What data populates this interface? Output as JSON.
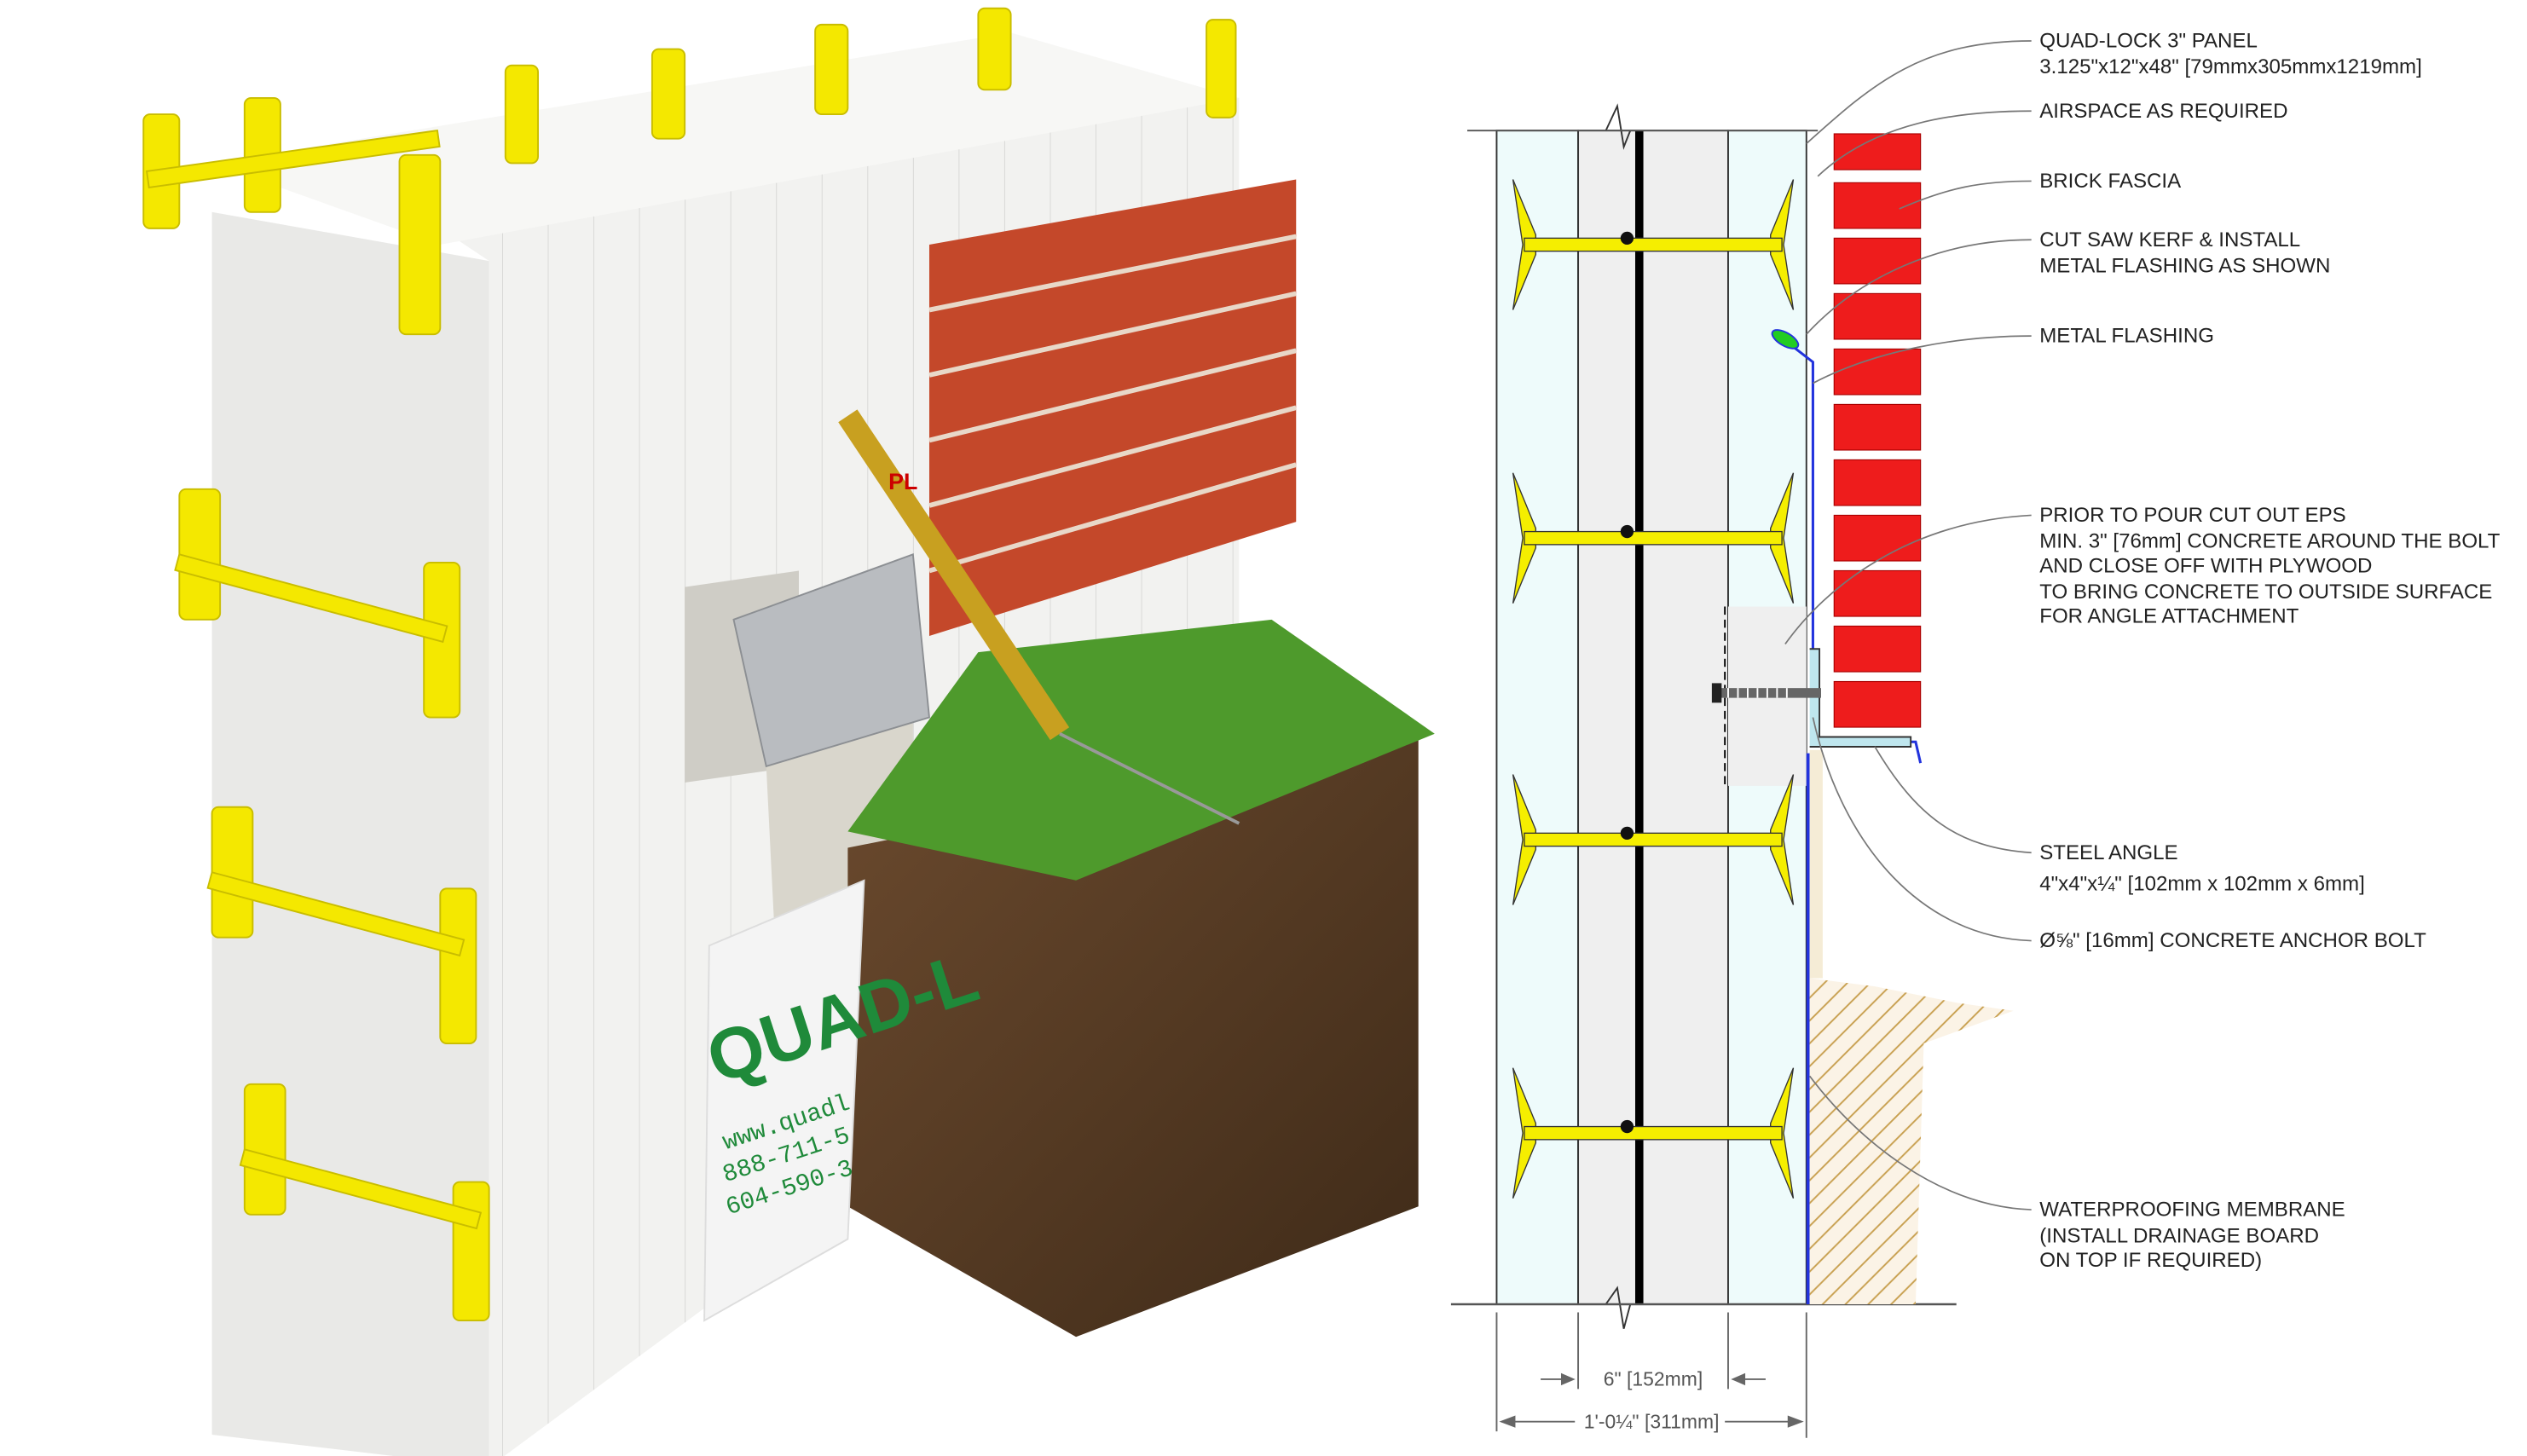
{
  "rendering": {
    "logo_text": "QUAD-L",
    "website": "www.quadl",
    "phone_1": "888-711-5",
    "phone_2": "604-590-3",
    "adhesive_tube_brand": "PL"
  },
  "section_labels": {
    "panel": [
      "QUAD-LOCK 3\" PANEL",
      "3.125\"x12\"x48\" [79mmx305mmx1219mm]"
    ],
    "airspace": [
      "AIRSPACE AS REQUIRED"
    ],
    "brick": [
      "BRICK FASCIA"
    ],
    "kerf": [
      "CUT SAW KERF & INSTALL",
      "METAL FLASHING AS SHOWN"
    ],
    "flashing": [
      "METAL FLASHING"
    ],
    "pour": [
      "PRIOR TO POUR CUT OUT EPS",
      "MIN. 3\" [76mm] CONCRETE AROUND THE BOLT",
      "AND CLOSE OFF WITH PLYWOOD",
      "TO BRING CONCRETE TO OUTSIDE SURFACE",
      "FOR ANGLE ATTACHMENT"
    ],
    "angle": [
      "STEEL ANGLE",
      "4\"x4\"x¼\" [102mm x 102mm x 6mm]"
    ],
    "bolt": [
      "Ø⅝\" [16mm] CONCRETE ANCHOR BOLT"
    ],
    "membrane": [
      "WATERPROOFING MEMBRANE",
      "(INSTALL DRAINAGE BOARD",
      "ON TOP IF REQUIRED)"
    ]
  },
  "dimensions": {
    "core": "6\" [152mm]",
    "overall": "1'-0¼\" [311mm]"
  },
  "colors": {
    "eps": "#eefbfb",
    "concrete": "#efefef",
    "tie_yellow": "#f5ee00",
    "brick_red": "#ee1c1c",
    "membrane_blue": "#2233dd",
    "soil_hatch": "#c8a050"
  }
}
